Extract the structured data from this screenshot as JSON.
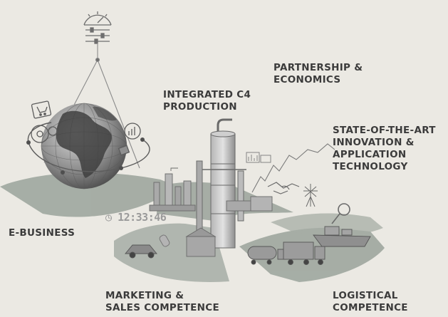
{
  "labels": {
    "partnership": [
      "PARTNERSHIP &",
      "ECONOMICS"
    ],
    "c4": [
      "INTEGRATED C4",
      "PRODUCTION"
    ],
    "innovation": [
      "STATE-OF-THE-ART",
      "INNOVATION &",
      "APPLICATION",
      "TECHNOLOGY"
    ],
    "ebusiness": [
      "E-BUSINESS"
    ],
    "marketing": [
      "MARKETING &",
      "SALES COMPETENCE"
    ],
    "logistical": [
      "LOGISTICAL",
      "COMPETENCE"
    ]
  },
  "clock_text": "12:33:46",
  "colors": {
    "background": "#ebe9e3",
    "plate": "#9fa79f",
    "line": "#7d7d7d",
    "label": "#3b3b3b",
    "globe_land": "#4a4a4a",
    "globe_sea": "#9a9a9a"
  }
}
